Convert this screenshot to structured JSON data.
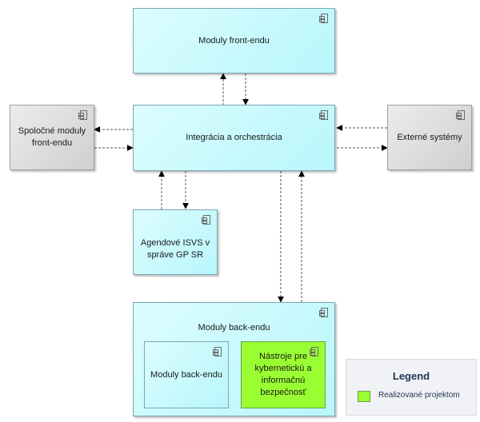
{
  "boxes": {
    "frontend": "Moduly front-endu",
    "shared": "Spoločné moduly front-endu",
    "integration": "Integrácia a orchestrácia",
    "external": "Externé systémy",
    "agendove": "Agendové ISVS v správe GP SR",
    "backend_outer": "Moduly back-endu",
    "backend_inner": "Moduly back-endu",
    "tools": "Nástroje pre kybernetickú a informačnú bezpečnosť"
  },
  "legend": {
    "title": "Legend",
    "items": [
      {
        "label": "Realizované projektom",
        "color": "#99ff33"
      }
    ]
  },
  "colors": {
    "module_fill": "#c8fafd",
    "external_fill": "#d9d9d9",
    "realized_fill": "#99ff33"
  },
  "icons": [
    "component-icon"
  ]
}
